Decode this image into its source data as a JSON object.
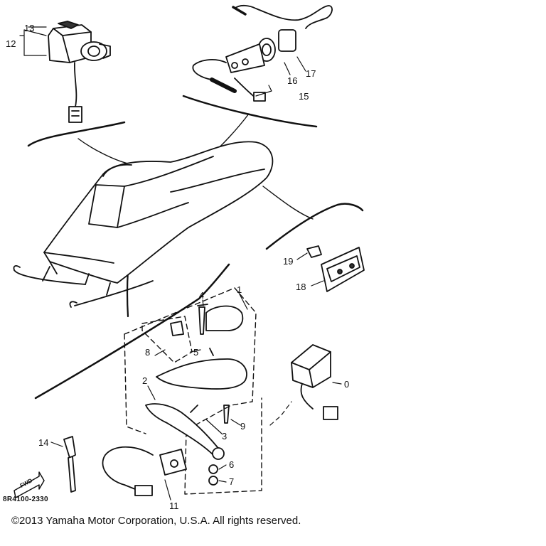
{
  "callouts": {
    "c1": "1",
    "c2": "2",
    "c3": "3",
    "c4": "4",
    "c5": "5",
    "c6": "6",
    "c7": "7",
    "c8": "8",
    "c9": "9",
    "c10": "0",
    "c11": "11",
    "c12": "12",
    "c13": "13",
    "c14": "14",
    "c15": "15",
    "c16": "16",
    "c17": "17",
    "c18": "18",
    "c19": "19"
  },
  "fwd_label": "FWD",
  "part_ref": "8R4100-2330",
  "copyright": "©2013 Yamaha Motor Corporation, U.S.A. All rights reserved."
}
